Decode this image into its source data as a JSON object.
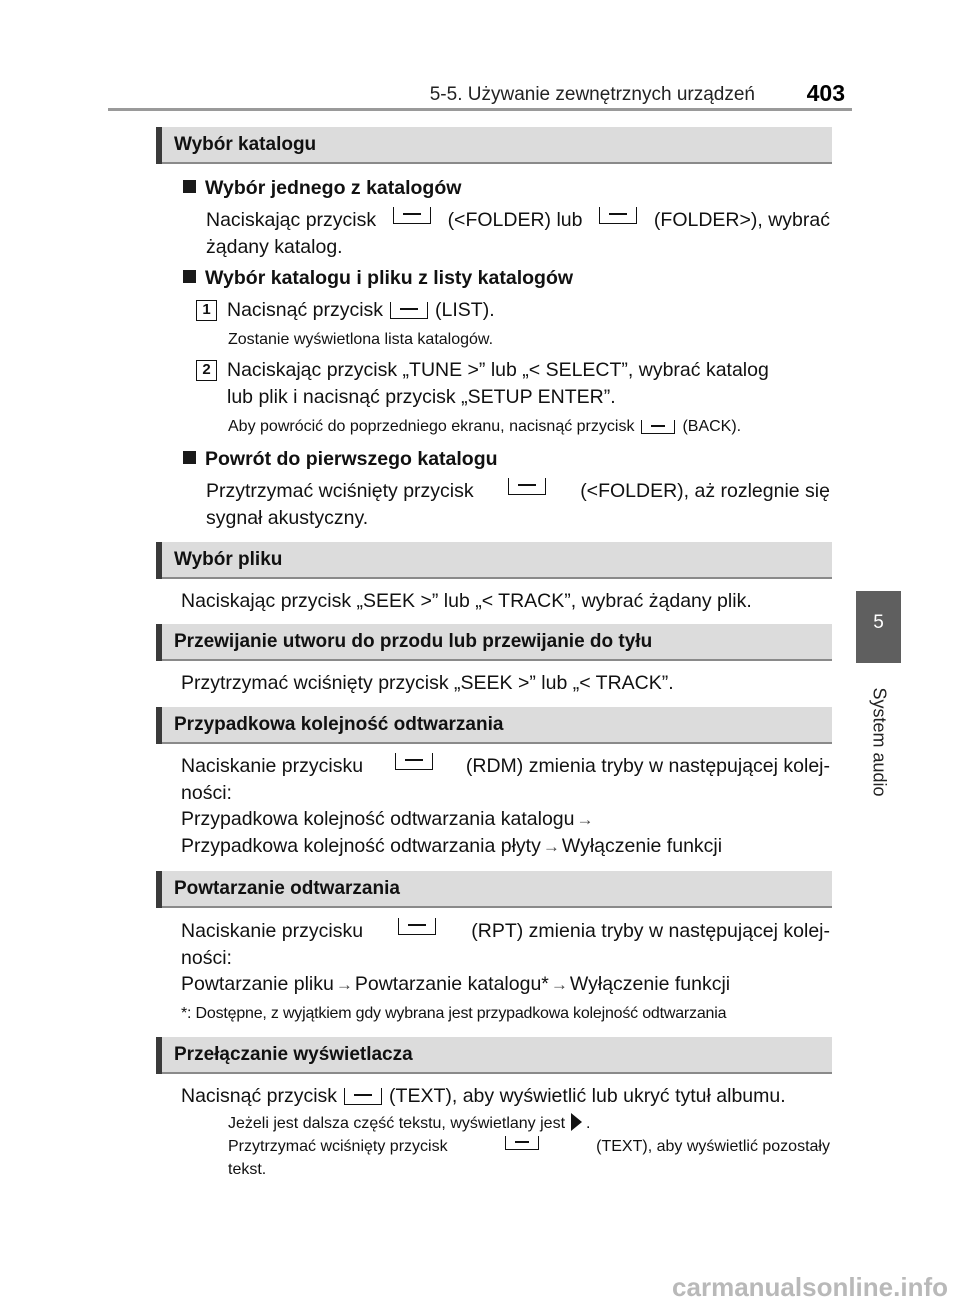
{
  "header": {
    "title": "5-5. Używanie zewnętrznych urządzeń",
    "page_number": "403"
  },
  "side": {
    "chapter_number": "5",
    "chapter_title": "System audio"
  },
  "sections": {
    "s1": {
      "title": "Wybór katalogu",
      "sub1_title": "Wybór jednego z katalogów",
      "sub1_a": "Naciskając przycisk",
      "sub1_b": "(<FOLDER) lub",
      "sub1_c": "(FOLDER>), wybrać",
      "sub1_d": "żądany katalog.",
      "sub2_title": "Wybór katalogu i pliku z listy katalogów",
      "step1_num": "1",
      "step1_a": "Nacisnąć przycisk",
      "step1_b": "(LIST).",
      "step1_note": "Zostanie wyświetlona lista katalogów.",
      "step2_num": "2",
      "step2_a": "Naciskając przycisk „TUNE >” lub „< SELECT”, wybrać katalog",
      "step2_b": "lub plik i nacisnąć przycisk „SETUP ENTER”.",
      "step2_note_a": "Aby powrócić do poprzedniego ekranu, nacisnąć przycisk",
      "step2_note_b": "(BACK).",
      "sub3_title": "Powrót do pierwszego katalogu",
      "sub3_a": "Przytrzymać wciśnięty przycisk",
      "sub3_b": "(<FOLDER), aż rozlegnie się",
      "sub3_c": "sygnał akustyczny."
    },
    "s2": {
      "title": "Wybór pliku",
      "text": "Naciskając przycisk „SEEK >” lub „< TRACK”, wybrać żądany plik."
    },
    "s3": {
      "title": "Przewijanie utworu do przodu lub przewijanie do tyłu",
      "text": "Przytrzymać wciśnięty przycisk „SEEK >” lub „< TRACK”."
    },
    "s4": {
      "title": "Przypadkowa kolejność odtwarzania",
      "a": "Naciskanie przycisku",
      "b": "(RDM) zmienia tryby w następującej kolej-",
      "c": "ności:",
      "d": "Przypadkowa kolejność odtwarzania katalogu",
      "e": "Przypadkowa kolejność odtwarzania płyty",
      "f": "Wyłączenie funkcji"
    },
    "s5": {
      "title": "Powtarzanie odtwarzania",
      "a": "Naciskanie przycisku",
      "b": "(RPT) zmienia tryby w następującej kolej-",
      "c": "ności:",
      "d": "Powtarzanie pliku",
      "e": "Powtarzanie katalogu*",
      "f": "Wyłączenie funkcji",
      "note": "*: Dostępne, z wyjątkiem gdy wybrana jest przypadkowa kolejność odtwarzania"
    },
    "s6": {
      "title": "Przełączanie wyświetlacza",
      "a": "Nacisnąć przycisk",
      "b": "(TEXT), aby wyświetlić lub ukryć tytuł albumu.",
      "note1_a": "Jeżeli jest dalsza część tekstu, wyświetlany jest",
      "note1_b": ".",
      "note2_a": "Przytrzymać wciśnięty przycisk",
      "note2_b": "(TEXT), aby wyświetlić pozostały",
      "note2_c": "tekst."
    }
  },
  "watermark": "carmanualsonline.info"
}
